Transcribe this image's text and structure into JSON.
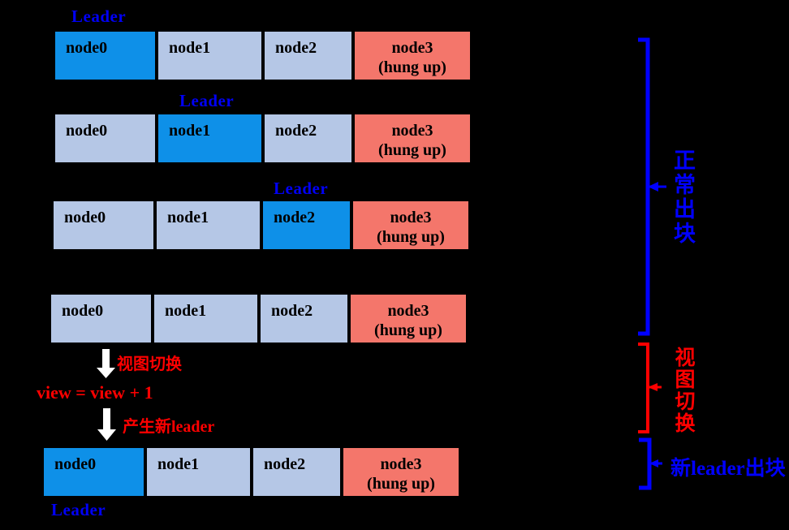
{
  "leader_label": "Leader",
  "node_rows": [
    {
      "leader_position": "node0",
      "cells": [
        {
          "label": "node0",
          "state": "leader"
        },
        {
          "label": "node1",
          "state": "normal"
        },
        {
          "label": "node2",
          "state": "normal"
        },
        {
          "label": "node3",
          "sublabel": "(hung up)",
          "state": "hung"
        }
      ]
    },
    {
      "leader_position": "node1",
      "cells": [
        {
          "label": "node0",
          "state": "normal"
        },
        {
          "label": "node1",
          "state": "leader"
        },
        {
          "label": "node2",
          "state": "normal"
        },
        {
          "label": "node3",
          "sublabel": "(hung up)",
          "state": "hung"
        }
      ]
    },
    {
      "leader_position": "node2",
      "cells": [
        {
          "label": "node0",
          "state": "normal"
        },
        {
          "label": "node1",
          "state": "normal"
        },
        {
          "label": "node2",
          "state": "leader"
        },
        {
          "label": "node3",
          "sublabel": "(hung up)",
          "state": "hung"
        }
      ]
    },
    {
      "leader_position": null,
      "cells": [
        {
          "label": "node0",
          "state": "normal"
        },
        {
          "label": "node1",
          "state": "normal"
        },
        {
          "label": "node2",
          "state": "normal"
        },
        {
          "label": "node3",
          "sublabel": "(hung up)",
          "state": "hung"
        }
      ]
    },
    {
      "leader_position": "node0",
      "cells": [
        {
          "label": "node0",
          "state": "leader"
        },
        {
          "label": "node1",
          "state": "normal"
        },
        {
          "label": "node2",
          "state": "normal"
        },
        {
          "label": "node3",
          "sublabel": "(hung up)",
          "state": "hung"
        }
      ]
    }
  ],
  "transition": {
    "step1_caption": "视图切换",
    "formula": "view = view + 1",
    "step2_caption": "产生新leader"
  },
  "annotations": {
    "normal_blocks": "正常出块",
    "view_change": "视图切换",
    "new_leader_blocks": "新leader出块"
  },
  "colors": {
    "background": "#000000",
    "leader_box": "#0e90e8",
    "normal_box": "#b5c7e6",
    "hung_box": "#f4766b",
    "leader_text_blue": "#0000f5",
    "annotation_blue": "#0000ff",
    "annotation_red": "#fe0000",
    "arrow_white": "#ffffff"
  }
}
